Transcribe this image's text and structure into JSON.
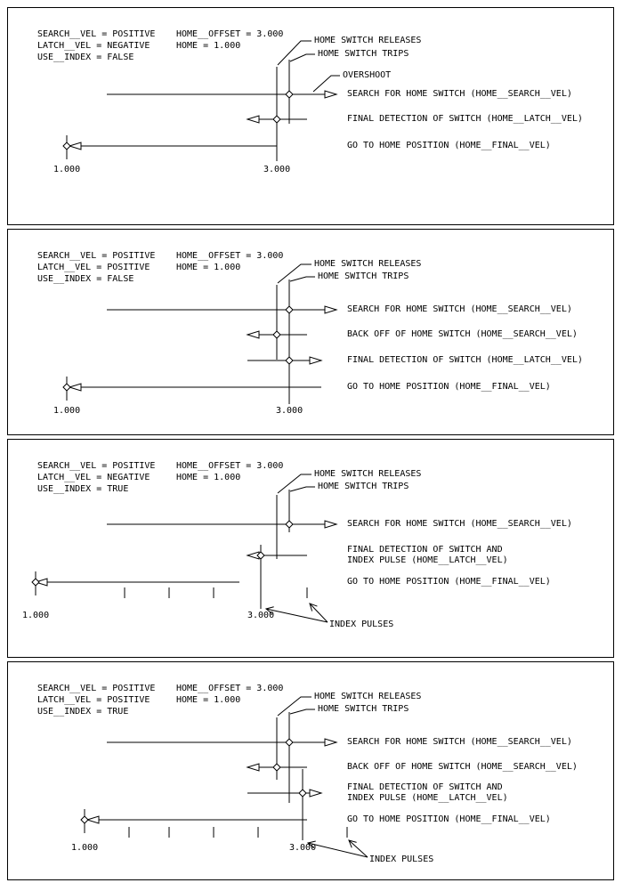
{
  "page": {
    "background": "#ffffff",
    "ink": "#000000"
  },
  "panels": [
    {
      "params_left": [
        "SEARCH__VEL = POSITIVE",
        "LATCH__VEL = NEGATIVE",
        "USE__INDEX = FALSE"
      ],
      "params_right": [
        "HOME__OFFSET = 3.000",
        "HOME = 1.000"
      ],
      "callout_releases": "HOME SWITCH RELEASES",
      "callout_trips": "HOME SWITCH TRIPS",
      "callout_overshoot": "OVERSHOOT",
      "row_search": "SEARCH FOR HOME SWITCH (HOME__SEARCH__VEL)",
      "row_latch": "FINAL DETECTION OF SWITCH (HOME__LATCH__VEL)",
      "row_final": "GO TO HOME POSITION (HOME__FINAL__VEL)",
      "pos_home": "1.000",
      "pos_offset": "3.000"
    },
    {
      "params_left": [
        "SEARCH__VEL = POSITIVE",
        "LATCH__VEL = POSITIVE",
        "USE__INDEX = FALSE"
      ],
      "params_right": [
        "HOME__OFFSET = 3.000",
        "HOME = 1.000"
      ],
      "callout_releases": "HOME SWITCH RELEASES",
      "callout_trips": "HOME SWITCH TRIPS",
      "row_search": "SEARCH FOR HOME SWITCH (HOME__SEARCH__VEL)",
      "row_backoff": "BACK OFF OF HOME SWITCH (HOME__SEARCH__VEL)",
      "row_latch": "FINAL DETECTION OF SWITCH (HOME__LATCH__VEL)",
      "row_final": "GO TO HOME POSITION (HOME__FINAL__VEL)",
      "pos_home": "1.000",
      "pos_offset": "3.000"
    },
    {
      "params_left": [
        "SEARCH__VEL = POSITIVE",
        "LATCH__VEL = NEGATIVE",
        "USE__INDEX = TRUE"
      ],
      "params_right": [
        "HOME__OFFSET = 3.000",
        "HOME = 1.000"
      ],
      "callout_releases": "HOME SWITCH RELEASES",
      "callout_trips": "HOME SWITCH TRIPS",
      "row_search": "SEARCH FOR HOME SWITCH (HOME__SEARCH__VEL)",
      "row_latch_line1": "FINAL DETECTION OF SWITCH AND",
      "row_latch_line2": "INDEX PULSE (HOME__LATCH__VEL)",
      "row_final": "GO TO HOME POSITION (HOME__FINAL__VEL)",
      "index_label": "INDEX PULSES",
      "pos_home": "1.000",
      "pos_offset": "3.000"
    },
    {
      "params_left": [
        "SEARCH__VEL = POSITIVE",
        "LATCH__VEL = POSITIVE",
        "USE__INDEX = TRUE"
      ],
      "params_right": [
        "HOME__OFFSET = 3.000",
        "HOME = 1.000"
      ],
      "callout_releases": "HOME SWITCH RELEASES",
      "callout_trips": "HOME SWITCH TRIPS",
      "row_search": "SEARCH FOR HOME SWITCH (HOME__SEARCH__VEL)",
      "row_backoff": "BACK OFF OF HOME SWITCH (HOME__SEARCH__VEL)",
      "row_latch_line1": "FINAL DETECTION OF SWITCH AND",
      "row_latch_line2": "INDEX PULSE (HOME__LATCH__VEL)",
      "row_final": "GO TO HOME POSITION (HOME__FINAL__VEL)",
      "index_label": "INDEX PULSES",
      "pos_home": "1.000",
      "pos_offset": "3.000"
    }
  ]
}
